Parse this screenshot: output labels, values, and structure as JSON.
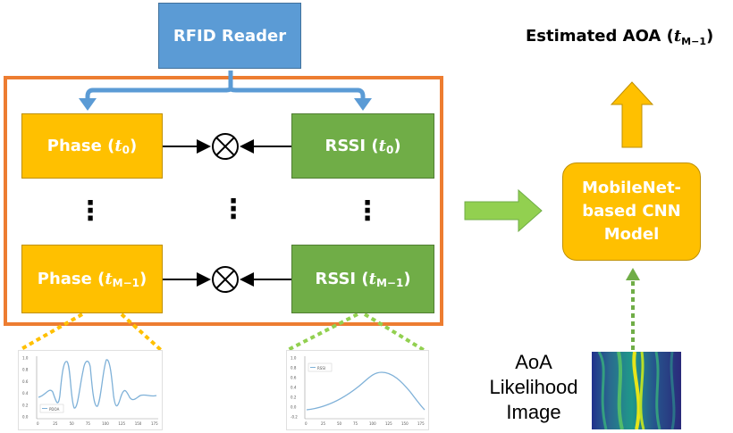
{
  "reader": {
    "label": "RFID Reader"
  },
  "rows": {
    "top": {
      "phase_label": "Phase (",
      "phase_var": "t",
      "phase_sub": "0",
      "rssi_label": "RSSI (",
      "rssi_var": "t",
      "rssi_sub": "0",
      "close": ")"
    },
    "bottom": {
      "phase_label": "Phase (",
      "phase_var": "t",
      "phase_sub": "M−1",
      "rssi_label": "RSSI (",
      "rssi_var": "t",
      "rssi_sub": "M−1",
      "close": ")"
    }
  },
  "dots": "⋮",
  "multiply_symbol": "⊗",
  "cnn": {
    "line1": "MobileNet-",
    "line2": "based CNN",
    "line3": "Model"
  },
  "output": {
    "label": "Estimated AOA (",
    "var": "t",
    "sub": "M−1",
    "close": ")"
  },
  "aoa_image": {
    "line1": "AoA",
    "line2": "Likelihood",
    "line3": "Image"
  },
  "phase_plot": {
    "legend": "PDOA",
    "yticks": [
      "1.0",
      "0.8",
      "0.6",
      "0.4",
      "0.2",
      "0.0"
    ],
    "xticks": [
      "0",
      "25",
      "50",
      "75",
      "100",
      "125",
      "150",
      "175"
    ]
  },
  "rssi_plot": {
    "legend": "RSSI",
    "yticks": [
      "1.0",
      "0.8",
      "0.6",
      "0.4",
      "0.2",
      "0.0",
      "-0.2"
    ],
    "xticks": [
      "0",
      "25",
      "50",
      "75",
      "100",
      "125",
      "150",
      "175"
    ]
  },
  "colors": {
    "reader": "#5b9bd5",
    "phase": "#ffc000",
    "rssi": "#70ad47",
    "frame": "#ed7d31",
    "plot_line": "#7fb1d8"
  }
}
